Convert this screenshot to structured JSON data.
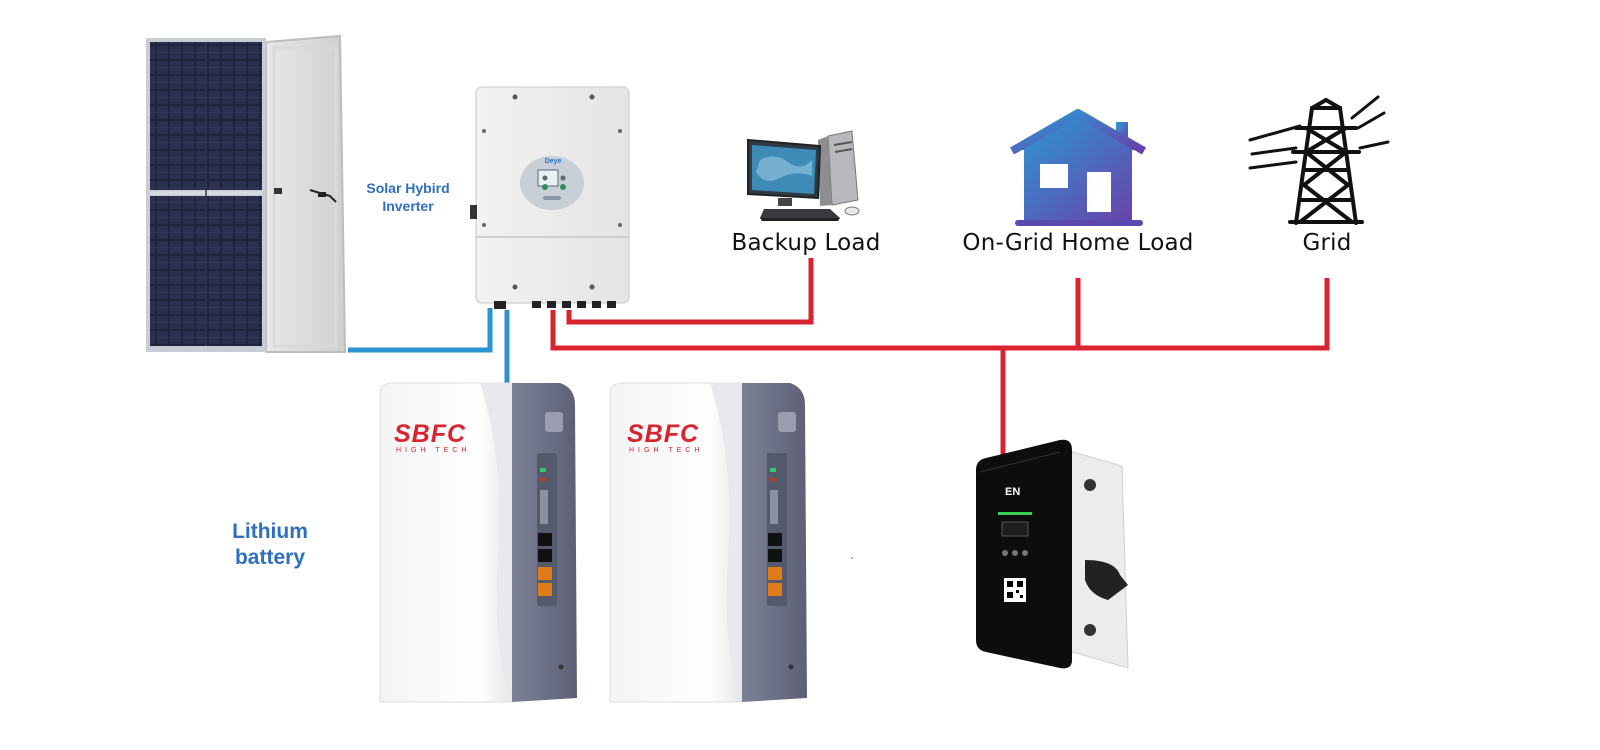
{
  "labels": {
    "inverter_line1": "Solar Hybird",
    "inverter_line2": "Inverter",
    "backup_load": "Backup Load",
    "home_load": "On-Grid Home Load",
    "grid": "Grid",
    "battery_line1": "Lithium",
    "battery_line2": "battery"
  },
  "brands": {
    "battery_brand": "SBFC",
    "battery_sub": "HIGH TECH",
    "inverter_brand": "Deye",
    "charger_brand": "EN"
  },
  "colors": {
    "ac_line": "#d9232e",
    "dc_line": "#2a93d0",
    "label_blue": "#2f6fbf",
    "battery_brand_red": "#d9232e",
    "house_gradient_start": "#2a9bd8",
    "house_gradient_end": "#6a3fa8"
  },
  "icons": {
    "solar_panel": "solar-panel-icon",
    "inverter": "inverter-icon",
    "backup_load": "desktop-computer-icon",
    "home_load": "house-icon",
    "grid": "transmission-tower-icon",
    "battery": "battery-icon",
    "ev_charger": "ev-charger-icon"
  }
}
